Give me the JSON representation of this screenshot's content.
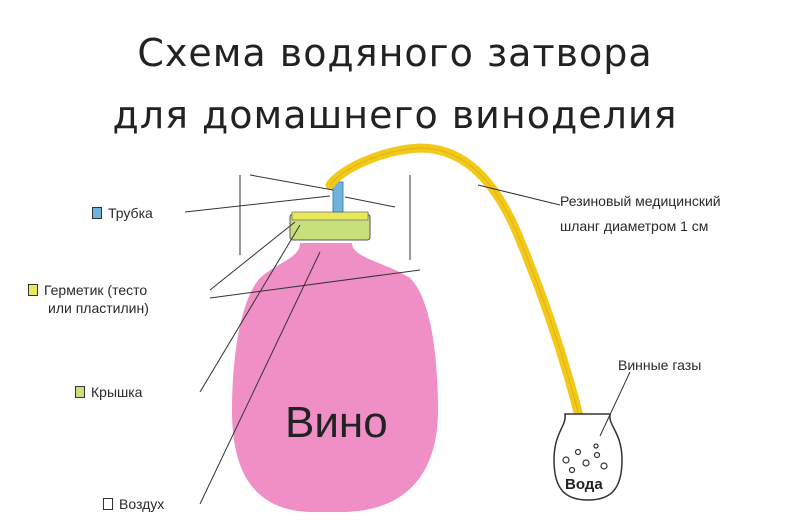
{
  "title": {
    "line1": "Схема  водяного затвора",
    "line2": "для домашнего виноделия"
  },
  "legend": {
    "tube": "Трубка",
    "sealant_line1": "Герметик (тесто",
    "sealant_line2": "или пластилин)",
    "lid": "Крышка",
    "air": "Воздух"
  },
  "labels": {
    "hose_line1": "Резиновый медицинский",
    "hose_line2": "шланг диаметром 1 см",
    "gases": "Винные газы",
    "wine": "Вино",
    "water": "Вода"
  },
  "colors": {
    "wine": "#ef8fc6",
    "hose": "#f2c81a",
    "tube": "#6fb3e0",
    "sealant": "#e8e85a",
    "lid": "#c8e07a",
    "water": "#ffffff"
  }
}
